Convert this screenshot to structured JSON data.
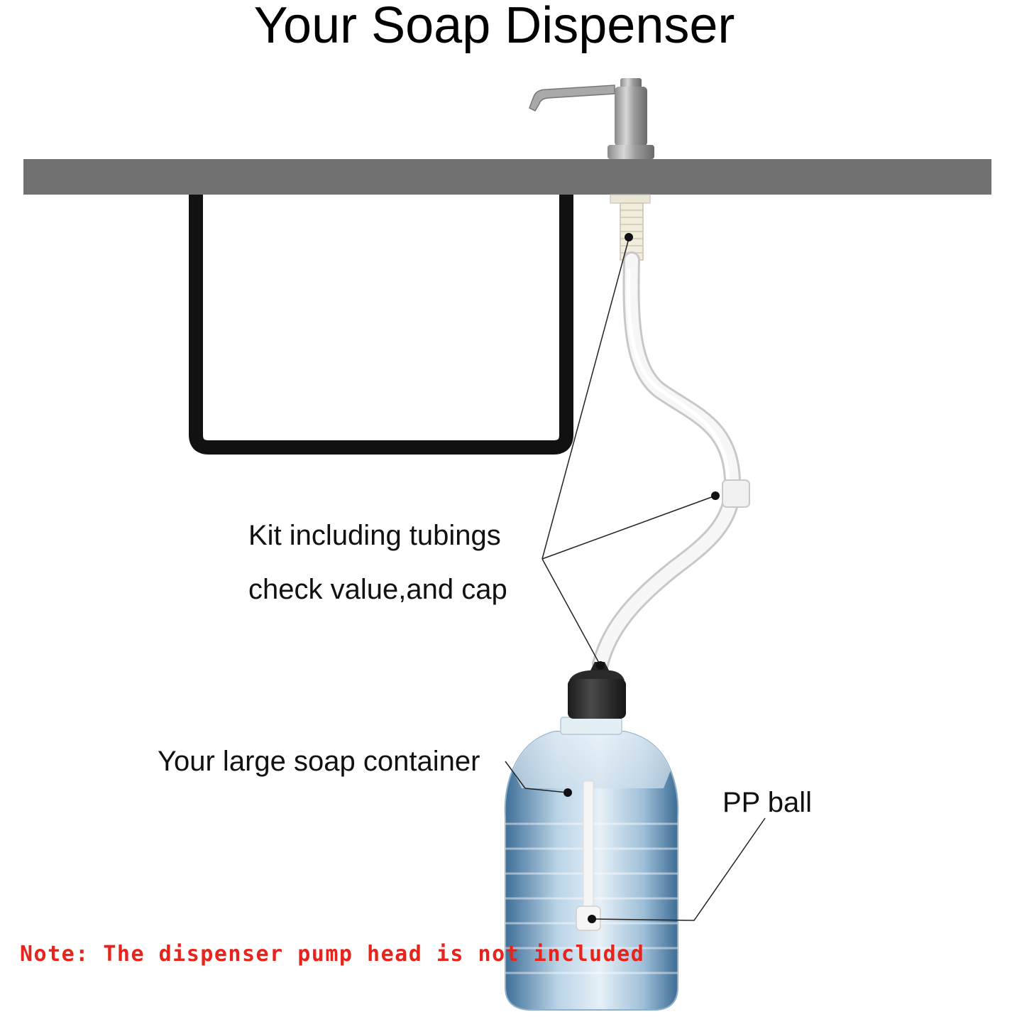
{
  "title": "Your Soap Dispenser",
  "labels": {
    "kit_line1": "Kit including tubings",
    "kit_line2": "check value,and cap",
    "container": "Your large soap container",
    "pp_ball": "PP ball"
  },
  "note": "Note: The dispenser pump head is not included",
  "colors": {
    "countertop": "#717171",
    "sink_outline": "#111111",
    "note_text": "#e8231c",
    "liquid": "#4c7fa8",
    "tube": "#f4f4f4"
  }
}
